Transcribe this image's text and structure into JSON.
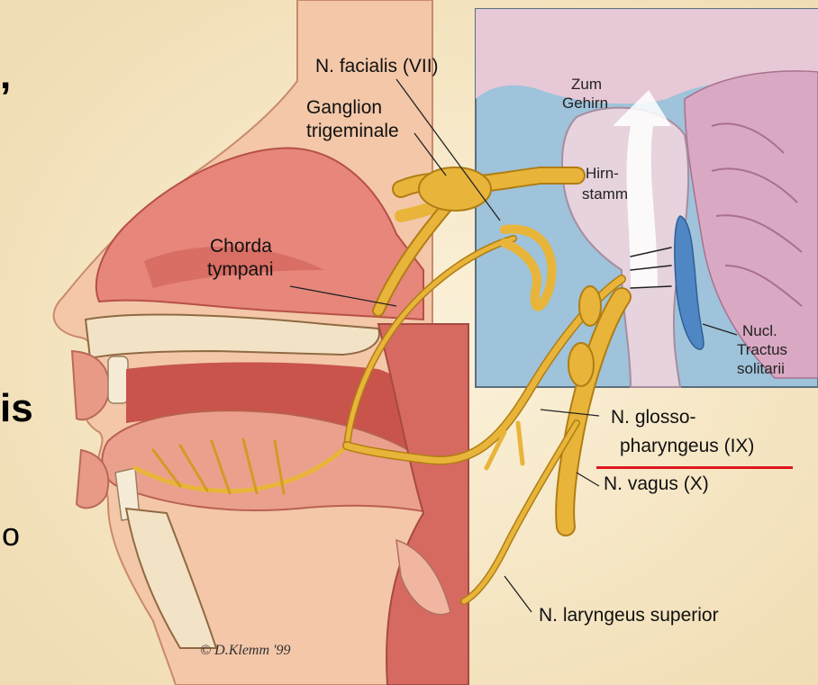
{
  "slide_fragments": {
    "left_top": ",",
    "left_mid": "is",
    "left_low": "o"
  },
  "labels": {
    "facialis": "N. facialis (VII)",
    "ganglion": "Ganglion\ntrigeminale",
    "ganglion_line1": "Ganglion",
    "ganglion_line2": "trigeminale",
    "zum": "Zum",
    "gehirn": "Gehirn",
    "hirn": "Hirn-",
    "stamm": "stamm",
    "chorda_line1": "Chorda",
    "chorda_line2": "tympani",
    "nucl_line1": "Nucl.",
    "nucl_line2": "Tractus",
    "nucl_line3": "solitarii",
    "glosso_line1": "N. glosso-",
    "glosso_line2": "pharyngeus (IX)",
    "vagus": "N. vagus (X)",
    "laryngeus": "N. laryngeus superior",
    "copyright": "© D.Klemm '99"
  },
  "colors": {
    "nerve": "#e8b53a",
    "nerve_dark": "#b07d14",
    "tissue": "#e7867b",
    "tissue_dark": "#c9564d",
    "inset_bg": "#9ec3da",
    "brain": "#e6c8d6",
    "nucleus": "#4f86c4",
    "highlight_underline": "#e0161e",
    "parchment": "#f6e9cc"
  }
}
